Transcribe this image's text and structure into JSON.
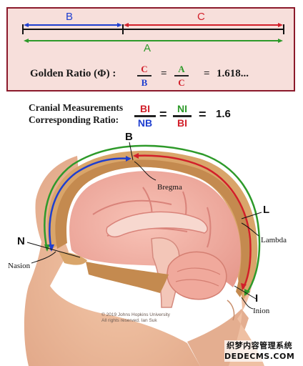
{
  "segments": {
    "b": "B",
    "c": "C",
    "a": "A"
  },
  "golden": {
    "label": "Golden Ratio (Φ) :",
    "num1": "C",
    "den1": "B",
    "eq1": "=",
    "num2": "A",
    "den2": "C",
    "eq2": "=",
    "value": "1.618..."
  },
  "cranial": {
    "line1": "Cranial Measurements",
    "line2": "Corresponding Ratio:",
    "num1": "BI",
    "den1": "NB",
    "eq1": "=",
    "num2": "NI",
    "den2": "BI",
    "eq2": "=",
    "value": "1.6"
  },
  "points": {
    "b": "B",
    "l": "L",
    "n": "N",
    "i": "I"
  },
  "anatomy": {
    "bregma": "Bregma",
    "lambda": "Lambda",
    "nasion": "Nasion",
    "inion": "Inion"
  },
  "credit": {
    "line1": "© 2019 Johns Hopkins University",
    "line2": "All rights reserved. Ian Suk"
  },
  "watermark": {
    "line1": "织梦内容管理系统",
    "line2": "DEDECMS.COM"
  },
  "colors": {
    "blue": "#1f3fd0",
    "red": "#d21f2a",
    "green": "#2e9a2a",
    "border": "#8b1a2b",
    "panel": "#f7dfdb"
  }
}
